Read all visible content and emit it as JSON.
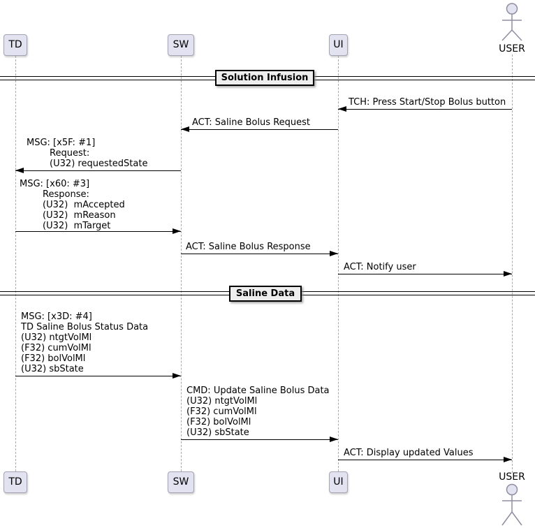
{
  "participants": {
    "td": {
      "label": "TD"
    },
    "sw": {
      "label": "SW"
    },
    "ui": {
      "label": "UI"
    },
    "user": {
      "label": "USER"
    }
  },
  "dividers": {
    "d1": {
      "label": "Solution Infusion"
    },
    "d2": {
      "label": "Saline Data"
    }
  },
  "messages": {
    "m1": {
      "from": "USER",
      "to": "UI",
      "text": "TCH: Press Start/Stop Bolus button"
    },
    "m2": {
      "from": "UI",
      "to": "SW",
      "text": "ACT: Saline Bolus Request"
    },
    "m3": {
      "from": "SW",
      "to": "TD",
      "lines": [
        "MSG: [x5F: #1]",
        "        Request:",
        "        (U32) requestedState"
      ]
    },
    "m4": {
      "from": "TD",
      "to": "SW",
      "lines": [
        "MSG: [x60: #3]",
        "        Response:",
        "        (U32)  mAccepted",
        "        (U32)  mReason",
        "        (U32)  mTarget"
      ]
    },
    "m5": {
      "from": "SW",
      "to": "UI",
      "text": "ACT: Saline Bolus Response"
    },
    "m6": {
      "from": "UI",
      "to": "USER",
      "text": "ACT: Notify user"
    },
    "m7": {
      "from": "TD",
      "to": "SW",
      "lines": [
        "MSG: [x3D: #4]",
        "TD Saline Bolus Status Data",
        "(U32) ntgtVolMl",
        "(F32) cumVolMl",
        "(F32) bolVolMl",
        "(U32) sbState"
      ]
    },
    "m8": {
      "from": "SW",
      "to": "UI",
      "lines": [
        "CMD: Update Saline Bolus Data",
        "(U32) ntgtVolMl",
        "(F32) cumVolMl",
        "(F32) bolVolMl",
        "(U32) sbState"
      ]
    },
    "m9": {
      "from": "UI",
      "to": "USER",
      "text": "ACT: Display updated Values"
    }
  },
  "colors": {
    "participant_fill": "#E2E2F0",
    "participant_border": "#A3A3B3",
    "lifeline": "#A9A9A9",
    "divider_fill": "#EEEEEE",
    "message_line": "#000000"
  }
}
